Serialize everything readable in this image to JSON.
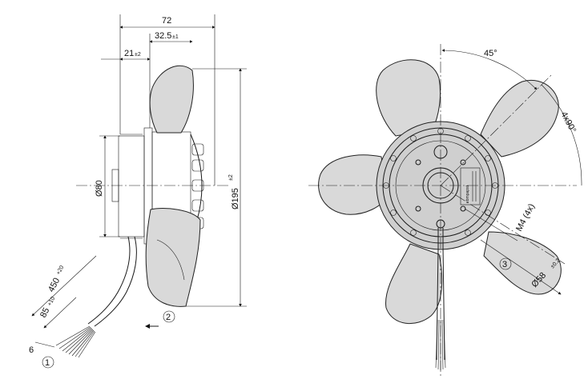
{
  "side_view": {
    "dim_width_total": "72",
    "dim_blade_offset": "32.5",
    "dim_blade_offset_tol": "±1",
    "dim_flange": "21",
    "dim_flange_tol": "±2",
    "dim_diameter_80": "Ø80",
    "dim_diameter_195": "Ø195",
    "dim_diameter_195_tol": "±2",
    "dim_cable_length": "450",
    "dim_cable_length_tol": "+20",
    "dim_strip_length": "85",
    "dim_strip_length_tol": "+10",
    "dim_end_length": "6",
    "callout_1": "1",
    "callout_2": "2"
  },
  "front_view": {
    "angle_45": "45°",
    "angle_4x90": "4x90°",
    "thread": "M4 (4x)",
    "dim_bolt_circle": "Ø58",
    "dim_bolt_circle_tol": "±0.2",
    "callout_3": "3",
    "brand": "ebmpapst"
  }
}
